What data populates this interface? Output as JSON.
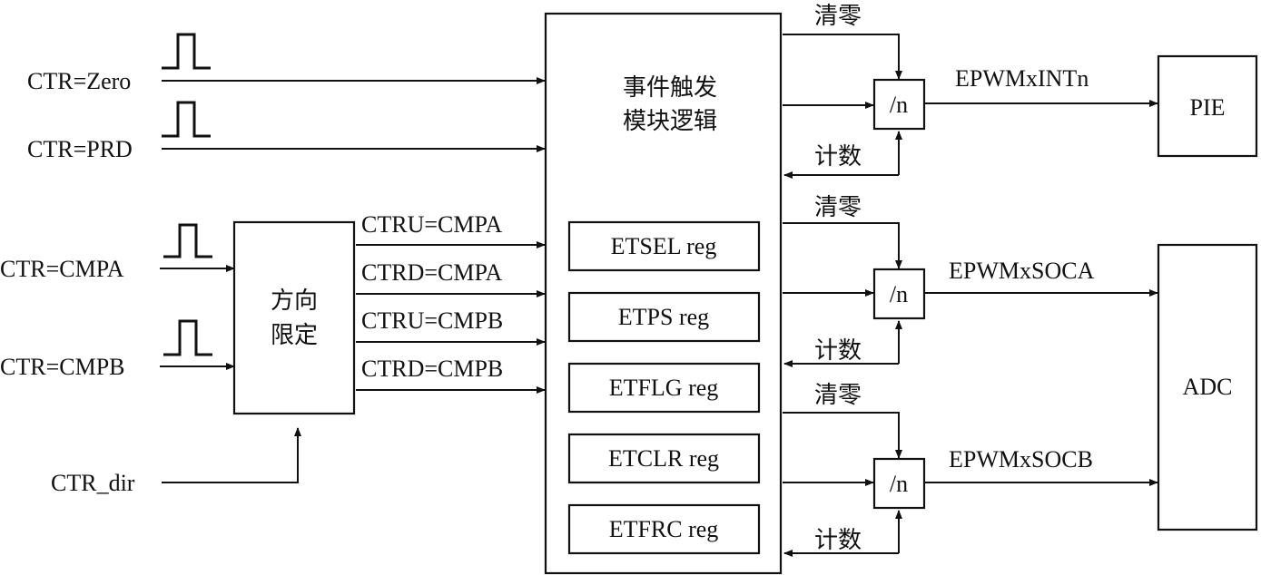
{
  "inputs": {
    "zero": "CTR=Zero",
    "prd": "CTR=PRD",
    "cmpa": "CTR=CMPA",
    "cmpb": "CTR=CMPB",
    "dir": "CTR_dir"
  },
  "direction_block": {
    "line1": "方向",
    "line2": "限定"
  },
  "direction_outputs": [
    "CTRU=CMPA",
    "CTRD=CMPA",
    "CTRU=CMPB",
    "CTRD=CMPB"
  ],
  "event_block": {
    "title1": "事件触发",
    "title2": "模块逻辑",
    "registers": [
      "ETSEL reg",
      "ETPS reg",
      "ETFLG reg",
      "ETCLR reg",
      "ETFRC reg"
    ]
  },
  "prescalers": [
    {
      "clear": "清零",
      "count": "计数",
      "label": "/n",
      "signal": "EPWMxINTn"
    },
    {
      "clear": "清零",
      "count": "计数",
      "label": "/n",
      "signal": "EPWMxSOCA"
    },
    {
      "clear": "清零",
      "count": "计数",
      "label": "/n",
      "signal": "EPWMxSOCB"
    }
  ],
  "destinations": {
    "pie": "PIE",
    "adc": "ADC"
  }
}
